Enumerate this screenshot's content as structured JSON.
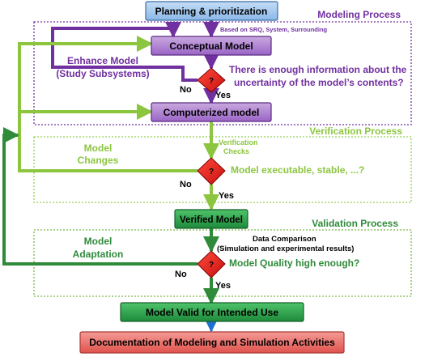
{
  "nodes": {
    "planning": "Planning & prioritization",
    "conceptual": "Conceptual Model",
    "computerized": "Computerized model",
    "verified": "Verified Model",
    "valid": "Model Valid for Intended Use",
    "documentation": "Documentation of Modeling and Simulation Activities"
  },
  "sections": {
    "modeling": "Modeling Process",
    "verification": "Verification Process",
    "validation": "Validation Process"
  },
  "notes": {
    "srq": "Based on SRQ, System, Surrounding",
    "verification_checks_1": "Verification",
    "verification_checks_2": "Checks",
    "data_comparison_1": "Data Comparison",
    "data_comparison_2": "(Simulation and experimental results)"
  },
  "loops": {
    "enhance_1": "Enhance Model",
    "enhance_2": "(Study Subsystems)",
    "changes_1": "Model",
    "changes_2": "Changes",
    "adaptation_1": "Model",
    "adaptation_2": "Adaptation"
  },
  "decisions": {
    "symbol": "?",
    "q1_line1": "There is enough information about the",
    "q1_line2": "uncertainty of the model’s contents?",
    "q2": "Model executable, stable, ...?",
    "q3": "Model Quality high enough?",
    "yes": "Yes",
    "no": "No"
  },
  "colors": {
    "purple": "#7030a0",
    "light_green": "#92d050",
    "mid_green": "#77b843",
    "dark_green": "#2f8a3a",
    "decision_red": "#e02020",
    "planning_blue": "#9ac3ec",
    "doc_red": "#e8605c"
  }
}
